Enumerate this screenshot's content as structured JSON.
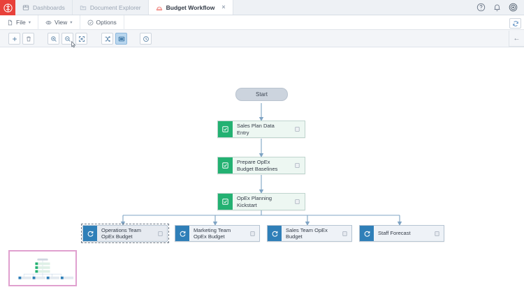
{
  "app": {
    "logo_icon": "app-logo-icon",
    "brand_color": "#e8413a"
  },
  "tabbar": {
    "tabs": [
      {
        "label": "Dashboards",
        "icon": "dashboard-icon",
        "active": false
      },
      {
        "label": "Document Explorer",
        "icon": "folder-document-icon",
        "active": false
      },
      {
        "label": "Budget Workflow",
        "icon": "workflow-icon",
        "active": true,
        "close_label": "×"
      }
    ],
    "right_icons": [
      {
        "name": "help-icon",
        "label": "?"
      },
      {
        "name": "notifications-bell-icon",
        "label": ""
      },
      {
        "name": "settings-target-icon",
        "label": ""
      }
    ]
  },
  "menubar": {
    "items": [
      {
        "label": "File",
        "icon": "file-icon",
        "chevron": "▾"
      },
      {
        "label": "View",
        "icon": "eye-icon",
        "chevron": "▾"
      },
      {
        "label": "Options",
        "icon": "check-circle-icon",
        "chevron": ""
      }
    ]
  },
  "toolbar": {
    "groups": [
      {
        "buttons": [
          {
            "name": "add-node-button",
            "icon": "plus-icon",
            "active": false
          },
          {
            "name": "delete-node-button",
            "icon": "trash-icon",
            "active": false
          }
        ]
      },
      {
        "buttons": [
          {
            "name": "zoom-in-button",
            "icon": "zoom-in-icon",
            "active": false
          },
          {
            "name": "zoom-out-button",
            "icon": "zoom-out-icon",
            "active": false
          },
          {
            "name": "fit-to-screen-button",
            "icon": "expand-arrows-icon",
            "active": false
          }
        ]
      },
      {
        "buttons": [
          {
            "name": "reroute-links-button",
            "icon": "shuffle-icon",
            "active": false
          },
          {
            "name": "toggle-overview-button",
            "icon": "overview-icon",
            "active": true
          }
        ]
      },
      {
        "buttons": [
          {
            "name": "history-button",
            "icon": "clock-history-icon",
            "active": false
          }
        ]
      }
    ],
    "refresh_button": {
      "name": "refresh-button",
      "icon": "refresh-icon"
    },
    "collapse_button": {
      "name": "collapse-panel-button",
      "icon": "arrow-left-icon",
      "label": "←"
    }
  },
  "workflow": {
    "start": {
      "label": "Start",
      "type": "start"
    },
    "tasks": [
      {
        "label": "Sales Plan Data Entry",
        "badge_icon": "checkbox-task-icon",
        "doc_icon": "document-icon"
      },
      {
        "label": "Prepare OpEx Budget Baselines",
        "badge_icon": "checkbox-task-icon",
        "doc_icon": "document-icon"
      },
      {
        "label": "OpEx Planning Kickstart",
        "badge_icon": "checkbox-task-icon",
        "doc_icon": "document-icon"
      }
    ],
    "processes": [
      {
        "label": "Operations Team OpEx Budget",
        "badge_icon": "refresh-process-icon",
        "doc_icon": "document-icon",
        "selected": true
      },
      {
        "label": "Marketing Team OpEx Budget",
        "badge_icon": "refresh-process-icon",
        "doc_icon": "document-icon",
        "selected": false
      },
      {
        "label": "Sales Team OpEx Budget",
        "badge_icon": "refresh-process-icon",
        "doc_icon": "document-icon",
        "selected": false
      },
      {
        "label": "Staff Forecast",
        "badge_icon": "refresh-process-icon",
        "doc_icon": "document-icon",
        "selected": false
      }
    ],
    "colors": {
      "task_badge": "#23b172",
      "process_badge": "#2f7fb8",
      "link": "#7fa4c4",
      "start_fill": "#ccd4de"
    }
  },
  "minimap": {
    "name": "canvas-minimap",
    "border_color": "#e0a0cf"
  }
}
